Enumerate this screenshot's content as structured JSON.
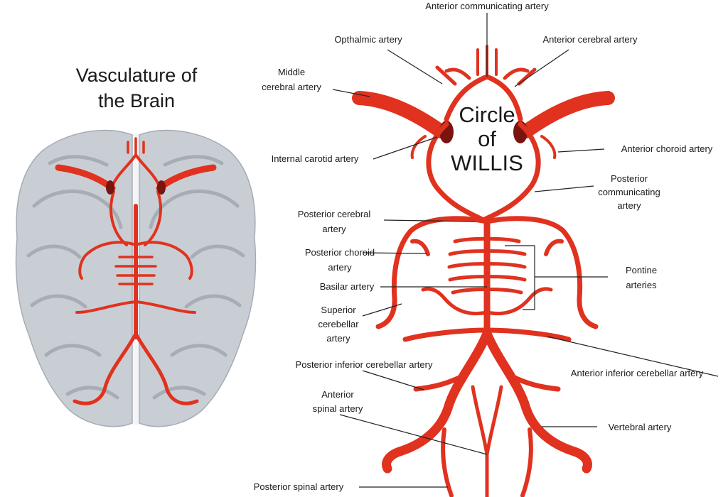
{
  "title": {
    "line1": "Vasculature of",
    "line2": "the Brain"
  },
  "circle_title": {
    "line1": "Circle",
    "line2": "of",
    "line3": "WILLIS"
  },
  "labels": {
    "anterior_communicating": "Anterior communicating artery",
    "opthalmic": "Opthalmic artery",
    "anterior_cerebral": "Anterior cerebral artery",
    "middle_cerebral_1": "Middle",
    "middle_cerebral_2": "cerebral artery",
    "internal_carotid": "Internal carotid artery",
    "anterior_choroid": "Anterior choroid artery",
    "posterior_communicating_1": "Posterior",
    "posterior_communicating_2": "communicating",
    "posterior_communicating_3": "artery",
    "posterior_cerebral_1": "Posterior cerebral",
    "posterior_cerebral_2": "artery",
    "posterior_choroid_1": "Posterior choroid",
    "posterior_choroid_2": "artery",
    "pontine_1": "Pontine",
    "pontine_2": "arteries",
    "basilar": "Basilar artery",
    "superior_cerebellar_1": "Superior",
    "superior_cerebellar_2": "cerebellar",
    "superior_cerebellar_3": "artery",
    "posterior_inferior_cerebellar": "Posterior inferior cerebellar artery",
    "anterior_inferior_cerebellar": "Anterior inferior cerebellar artery",
    "anterior_spinal_1": "Anterior",
    "anterior_spinal_2": "spinal artery",
    "vertebral": "Vertebral artery",
    "posterior_spinal": "Posterior spinal artery"
  },
  "colors": {
    "artery": "#e0321f",
    "brain": "#c9ced4",
    "text": "#1a1a1a"
  }
}
